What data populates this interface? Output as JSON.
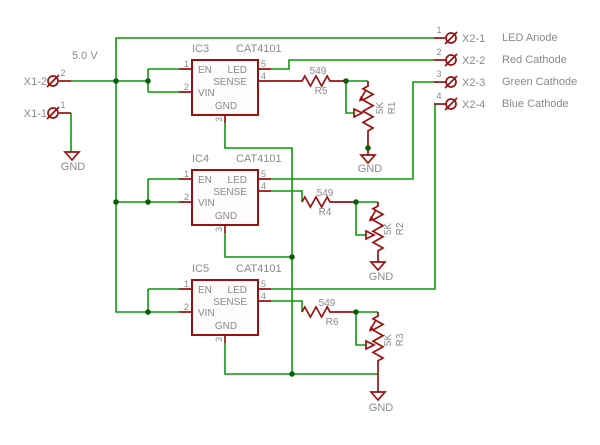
{
  "schematic": {
    "power_label": "5.0 V",
    "gnd_label": "GND",
    "left_connectors": [
      {
        "name": "X1-2",
        "pin": "2"
      },
      {
        "name": "X1-1",
        "pin": "1"
      }
    ],
    "right_connectors": [
      {
        "name": "X2-1",
        "pin": "1",
        "desc": "LED Anode"
      },
      {
        "name": "X2-2",
        "pin": "2",
        "desc": "Red Cathode"
      },
      {
        "name": "X2-3",
        "pin": "3",
        "desc": "Green Cathode"
      },
      {
        "name": "X2-4",
        "pin": "4",
        "desc": "Blue Cathode"
      }
    ],
    "ics": [
      {
        "ref": "IC3",
        "part": "CAT4101",
        "pin_en": "1",
        "pin_vin": "2",
        "pin_led": "5",
        "pin_sense": "4",
        "pin_gnd": "3",
        "lbl_en": "EN",
        "lbl_vin": "VIN",
        "lbl_led": "LED",
        "lbl_sense": "SENSE",
        "lbl_gnd": "GND"
      },
      {
        "ref": "IC4",
        "part": "CAT4101",
        "pin_en": "1",
        "pin_vin": "2",
        "pin_led": "5",
        "pin_sense": "4",
        "pin_gnd": "3",
        "lbl_en": "EN",
        "lbl_vin": "VIN",
        "lbl_led": "LED",
        "lbl_sense": "SENSE",
        "lbl_gnd": "GND"
      },
      {
        "ref": "IC5",
        "part": "CAT4101",
        "pin_en": "1",
        "pin_vin": "2",
        "pin_led": "5",
        "pin_sense": "4",
        "pin_gnd": "3",
        "lbl_en": "EN",
        "lbl_vin": "VIN",
        "lbl_led": "LED",
        "lbl_sense": "SENSE",
        "lbl_gnd": "GND"
      }
    ],
    "resistors": [
      {
        "ref": "R5",
        "value": "549"
      },
      {
        "ref": "R4",
        "value": "549"
      },
      {
        "ref": "R6",
        "value": "549"
      }
    ],
    "pots": [
      {
        "ref": "R1",
        "value": "5K"
      },
      {
        "ref": "R2",
        "value": "5K"
      },
      {
        "ref": "R3",
        "value": "5K"
      }
    ],
    "colors": {
      "wire": "#0a9a0a",
      "symbol": "#9a1111",
      "text": "#8a8a8a",
      "junction": "#0c5c0c"
    }
  }
}
